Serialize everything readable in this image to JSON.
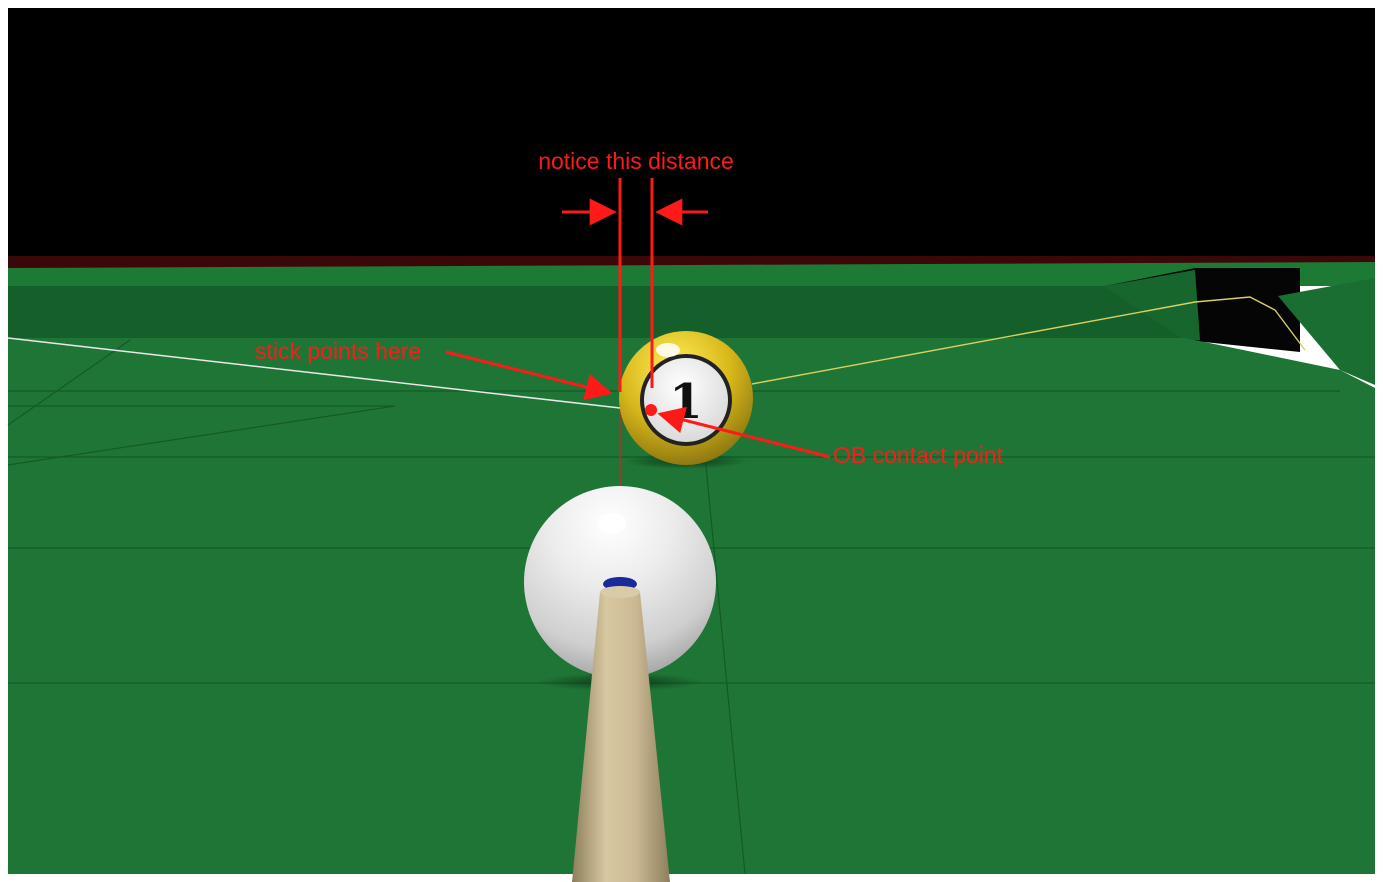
{
  "scene": {
    "type": "billiards-aiming-diagram",
    "colors": {
      "felt": "#1e7535",
      "felt_dark": "#185f2c",
      "cushion": "#1a6b30",
      "cushion_shadow": "#0f4420",
      "sky": "#000000",
      "rail_red": "#4a0a0a",
      "annotation": "#ff1a1a",
      "aim_line_white": "#e8e8e8",
      "aim_line_yellow": "#d8d060",
      "cue_shaft": "#cbb994",
      "object_ball": "#e0c21a",
      "cue_ball": "#f2f2f2"
    }
  },
  "object_ball": {
    "number": "1",
    "color_name": "yellow"
  },
  "cue_ball": {
    "tip_color": "#1a2a9a"
  },
  "annotations": {
    "distance_label": "notice this distance",
    "stick_label": "stick points here",
    "contact_label": "OB contact point"
  },
  "icons": {
    "arrow": "arrow-icon",
    "contact_dot": "contact-point-icon"
  }
}
